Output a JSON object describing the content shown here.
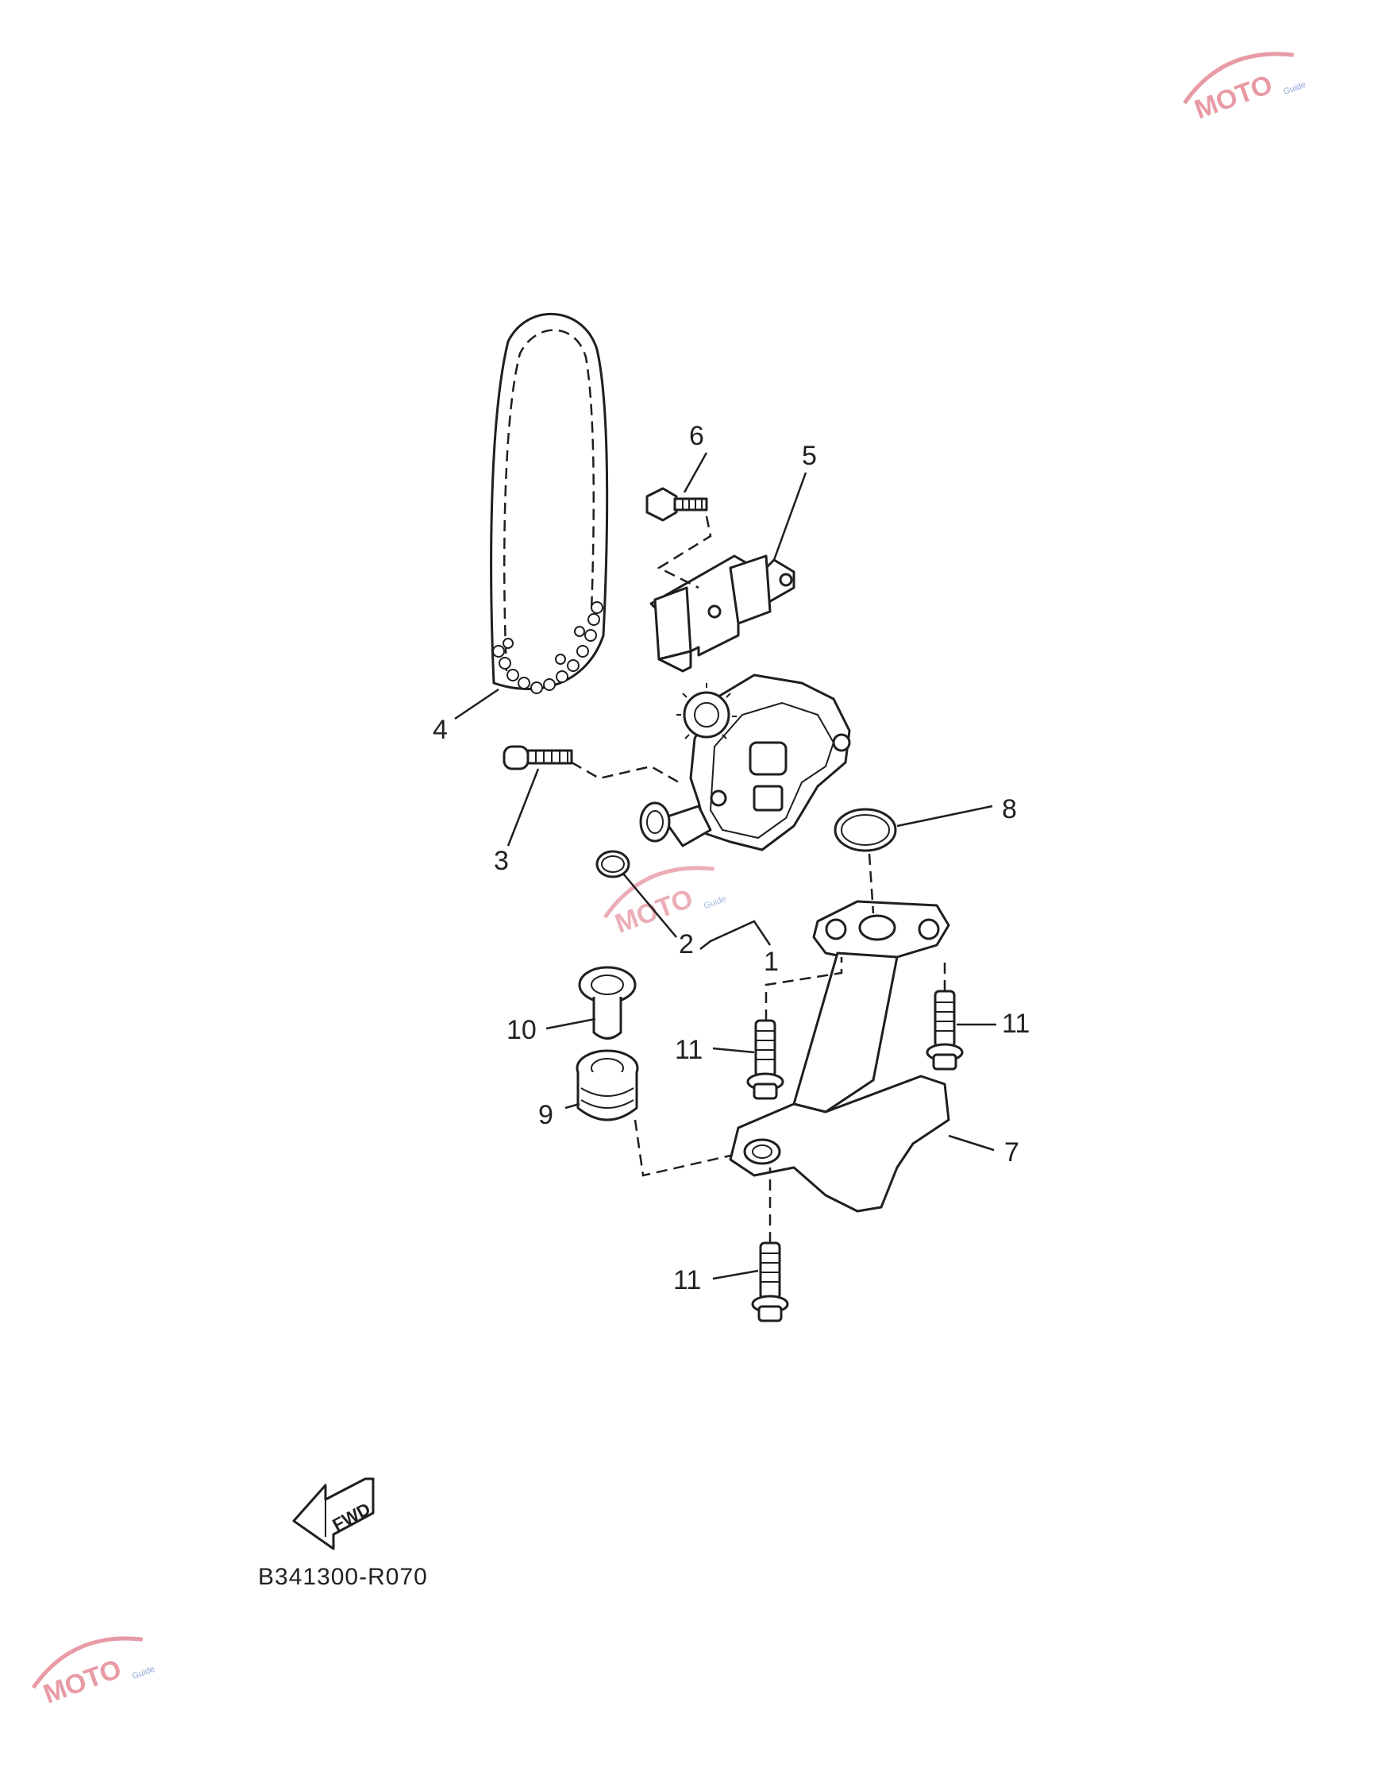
{
  "diagram": {
    "code": "B341300-R070",
    "fwd_label": "FWD",
    "watermark": {
      "brand": "MOTO",
      "sub": "Guide"
    },
    "callouts": [
      {
        "id": "1",
        "label": "1"
      },
      {
        "id": "2",
        "label": "2"
      },
      {
        "id": "3",
        "label": "3"
      },
      {
        "id": "4",
        "label": "4"
      },
      {
        "id": "5",
        "label": "5"
      },
      {
        "id": "6",
        "label": "6"
      },
      {
        "id": "7",
        "label": "7"
      },
      {
        "id": "8",
        "label": "8"
      },
      {
        "id": "9",
        "label": "9"
      },
      {
        "id": "10",
        "label": "10"
      },
      {
        "id": "11a",
        "label": "11"
      },
      {
        "id": "11b",
        "label": "11"
      },
      {
        "id": "11c",
        "label": "11"
      }
    ],
    "colors": {
      "line": "#1f1f1f",
      "watermark_pink": "#e89aa5",
      "watermark_blue": "#8fa7d8"
    }
  }
}
